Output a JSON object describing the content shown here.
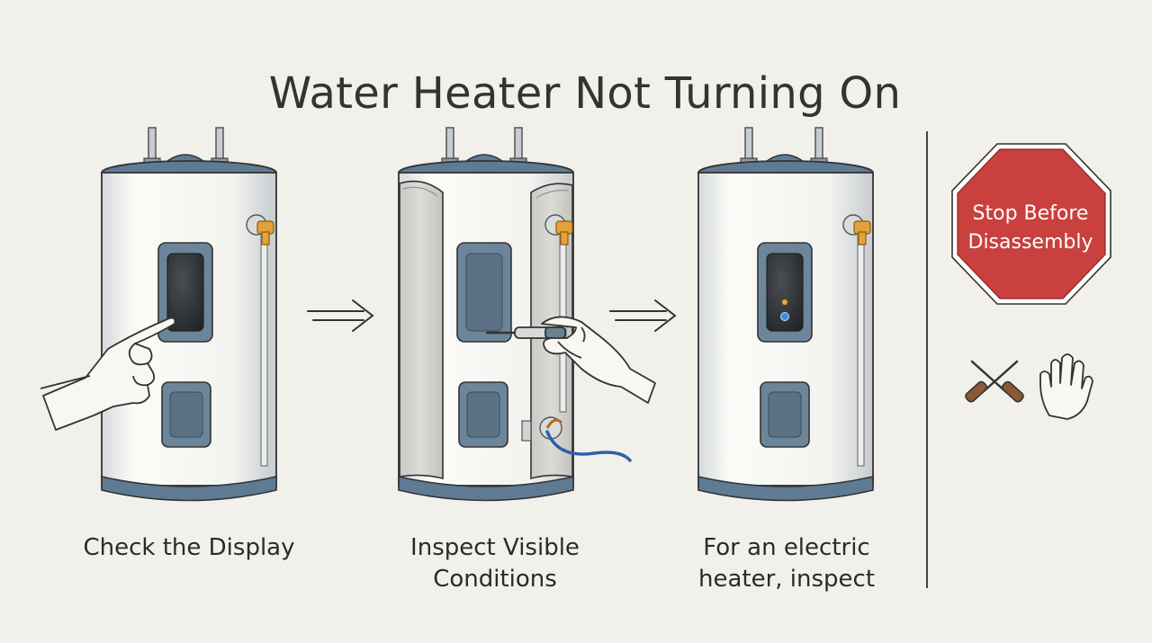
{
  "title": "Water Heater Not Turning On",
  "steps": [
    {
      "caption": "Check the Display"
    },
    {
      "caption": "Inspect Visible\nConditions"
    },
    {
      "caption": "For an electric\nheater, inspect"
    }
  ],
  "warning": {
    "sign_text": "Stop Before\nDisassembly",
    "sign_color": "#c9403e",
    "icons": [
      "crossed-screwdrivers-icon",
      "raised-hand-icon"
    ]
  },
  "colors": {
    "background": "#f1f0ea",
    "tank_body": "#f7f7f4",
    "tank_trim": "#5f7b93",
    "panel": "#6d859a",
    "valve": "#e3a23a"
  }
}
